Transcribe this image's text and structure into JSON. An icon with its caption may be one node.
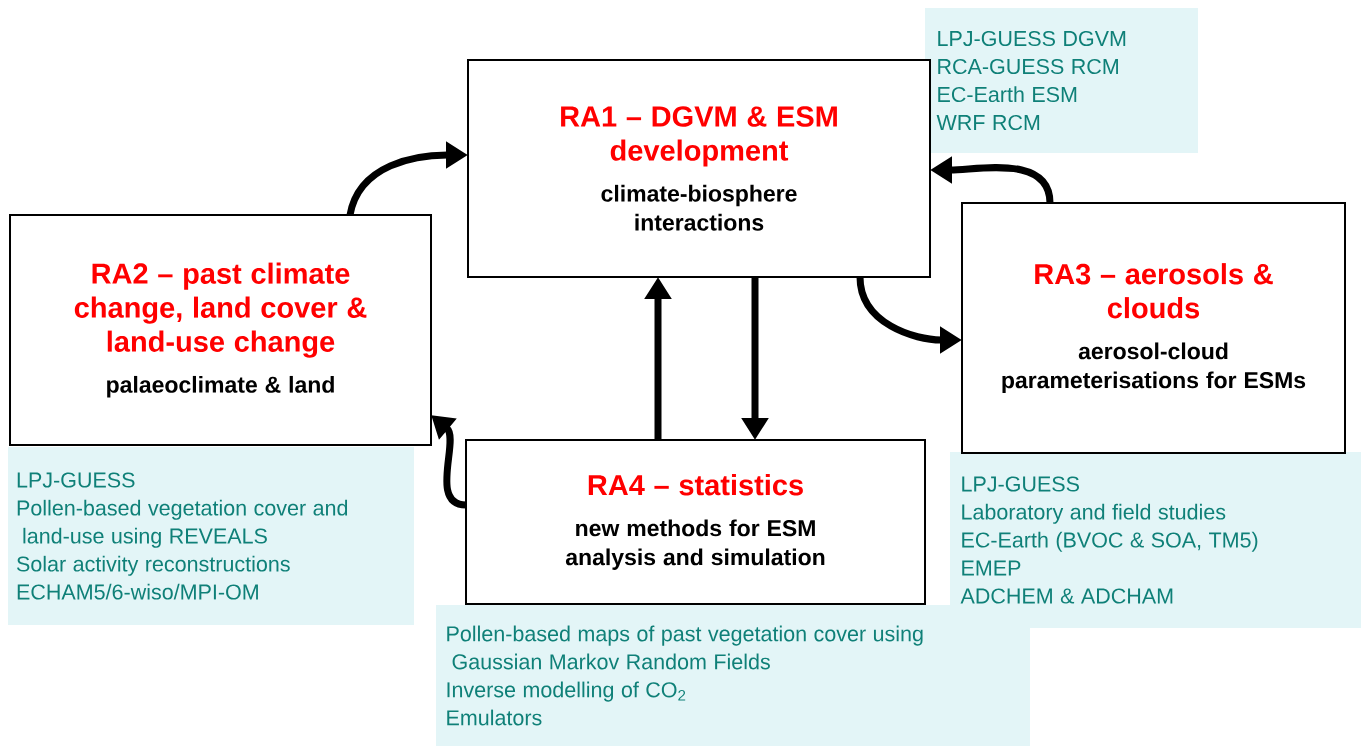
{
  "diagram": {
    "nodes": [
      {
        "text": [
          "RA1 – DGVM & ESM development",
          "climate-biosphere interactions"
        ]
      },
      {
        "text": [
          "LPJ-GUESS DGVM",
          "RCA-GUESS RCM",
          "EC-Earth ESM",
          "WRF RCM"
        ]
      },
      {
        "text": [
          "RA2 – past climate change, land cover & land-use change",
          "palaeoclimate & land"
        ]
      },
      {
        "text": [
          "RA3 – aerosols & clouds",
          "aerosol-cloud parameterisations for ESMs"
        ]
      },
      {
        "text": [
          "LPJ-GUESS",
          "Pollen-based vegetation cover and land-use using REVEALS",
          "Solar activity reconstructions",
          "ECHAM5/6-wiso/MPI-OM"
        ]
      },
      {
        "text": [
          "RA4 – statistics",
          "new methods for ESM analysis and simulation"
        ]
      },
      {
        "text": [
          "LPJ-GUESS",
          "Laboratory and field studies",
          "EC-Earth (BVOC & SOA, TM5)",
          "EMEP",
          "ADCHEM & ADCHAM"
        ]
      },
      {
        "text": [
          "Pollen-based maps of past vegetation cover using Gaussian Markov Random Fields",
          "Inverse modelling of CO$_{2}$",
          "Emulators"
        ]
      }
    ],
    "edges": [
      {
        "from": 2,
        "to": 0,
        "arrow": "to"
      },
      {
        "from": 3,
        "to": 0,
        "arrow": "to"
      },
      {
        "from": 0,
        "to": 3,
        "arrow": "to"
      },
      {
        "from": 5,
        "to": 0,
        "arrow": "to"
      },
      {
        "from": 0,
        "to": 5,
        "arrow": "to"
      },
      {
        "from": 5,
        "to": 2,
        "arrow": "to"
      }
    ]
  }
}
